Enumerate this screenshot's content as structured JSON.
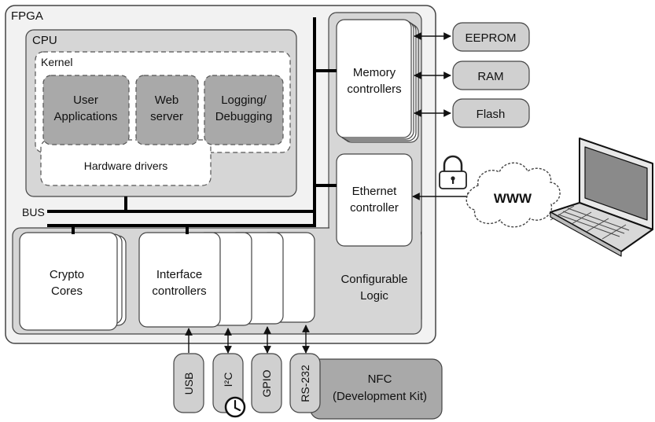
{
  "fpga": {
    "label": "FPGA"
  },
  "cpu": {
    "label": "CPU",
    "kernel": {
      "label": "Kernel",
      "apps": [
        {
          "line1": "User",
          "line2": "Applications"
        },
        {
          "line1": "Web",
          "line2": "server"
        },
        {
          "line1": "Logging/",
          "line2": "Debugging"
        }
      ]
    },
    "drivers": "Hardware drivers"
  },
  "bus": {
    "label": "BUS"
  },
  "memory_controllers": {
    "line1": "Memory",
    "line2": "controllers"
  },
  "ethernet_controller": {
    "line1": "Ethernet",
    "line2": "controller"
  },
  "memory_devices": [
    "EEPROM",
    "RAM",
    "Flash"
  ],
  "crypto": {
    "line1": "Crypto",
    "line2": "Cores"
  },
  "interface": {
    "line1": "Interface",
    "line2": "controllers"
  },
  "configurable_logic": {
    "line1": "Configurable",
    "line2": "Logic"
  },
  "network": {
    "label": "WWW"
  },
  "ports": [
    {
      "label": "USB"
    },
    {
      "label": "I²C"
    },
    {
      "label": "GPIO"
    },
    {
      "label": "RS-232"
    }
  ],
  "nfc": {
    "line1": "NFC",
    "line2": "(Development Kit)"
  },
  "colors": {
    "fpga_fill": "#f2f2f2",
    "panel_fill": "#d6d6d6",
    "app_fill": "#a9a9a9",
    "white": "#ffffff",
    "port_fill": "#d0d0d0",
    "nfc_fill": "#a9a9a9",
    "stroke": "#444444",
    "bus": "#000000"
  },
  "icons": {
    "secure_link": "padlock-icon",
    "clock": "clock-icon",
    "network": "cloud-icon",
    "client": "laptop-icon"
  }
}
